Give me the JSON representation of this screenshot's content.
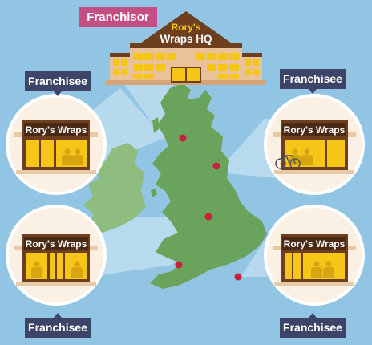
{
  "labels": {
    "franchisor": "Franchisor",
    "franchisee_top_left": "Franchisee",
    "franchisee_top_right": "Franchisee",
    "franchisee_bottom_left": "Franchisee",
    "franchisee_bottom_right": "Franchisee"
  },
  "hq": {
    "line1": "Rory's",
    "line2": "Wraps HQ"
  },
  "shops": {
    "top_left": {
      "name": "Rory's Wraps"
    },
    "top_right": {
      "name": "Rory's Wraps"
    },
    "bottom_left": {
      "name": "Rory's Wraps"
    },
    "bottom_right": {
      "name": "Rory's Wraps"
    }
  },
  "colors": {
    "sea": "#92c5e4",
    "land": "#6aa35b",
    "franchisor_tag": "#c44e84",
    "franchisee_tag": "#3d4468",
    "brand_yellow": "#f5c518",
    "brick": "#6e3f1f",
    "location_dot": "#c8203a"
  }
}
